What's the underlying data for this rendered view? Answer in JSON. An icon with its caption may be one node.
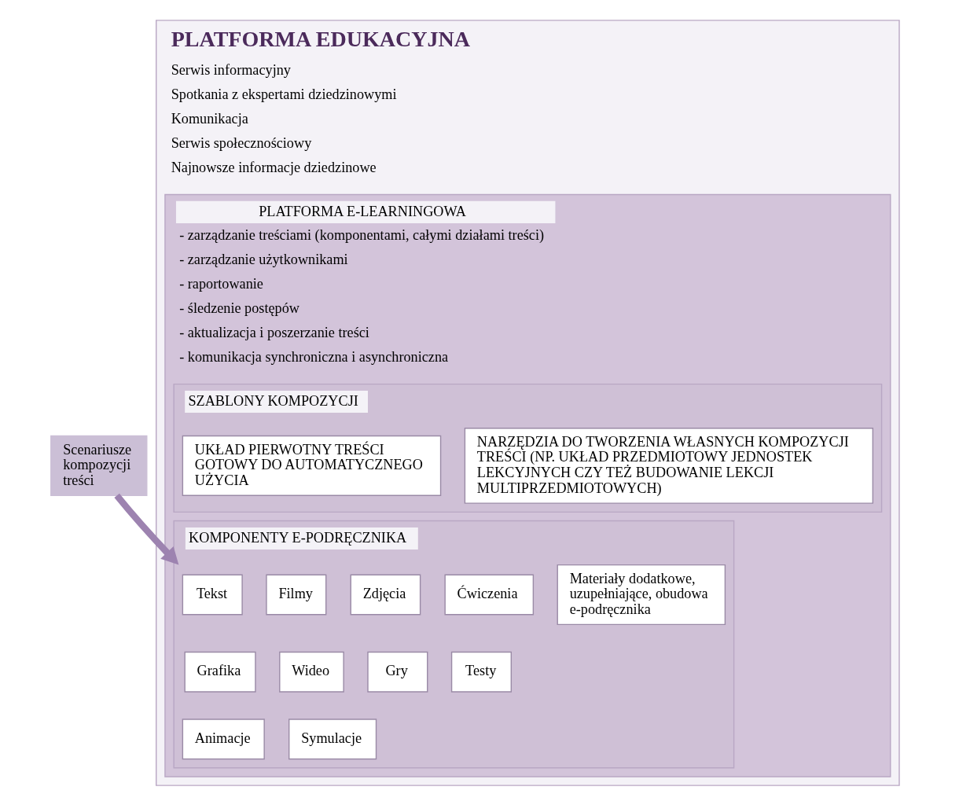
{
  "diagram": {
    "nodes": [
      {
        "text": [
          "PLATFORMA EDUKACYJNA",
          "Serwis informacyjny",
          "Spotkania z ekspertami dziedzinowymi",
          "Komunikacja",
          "Serwis społecznościowy",
          "Najnowsze informacje dziedzinowe"
        ]
      },
      {
        "text": [
          "PLATFORMA E-LEARNINGOWA",
          "- zarządzanie treściami (komponentami, całymi działami treści)",
          "- zarządzanie użytkownikami",
          "- raportowanie",
          "- śledzenie postępów",
          "- aktualizacja i poszerzanie treści",
          "- komunikacja synchroniczna i asynchroniczna"
        ],
        "in": 0
      },
      {
        "text": [
          "SZABLONY KOMPOZYCJI"
        ],
        "in": 1
      },
      {
        "text": [
          "UKŁAD PIERWOTNY TREŚCI GOTOWY DO AUTOMATYCZNEGO UŻYCIA"
        ],
        "in": 2
      },
      {
        "text": [
          "NARZĘDZIA DO TWORZENIA WŁASNYCH KOMPOZYCJI TREŚCI (NP. UKŁAD PRZEDMIOTOWY JEDNOSTEK LEKCYJNYCH CZY TEŻ BUDOWANIE LEKCJI MULTIPRZEDMIOTOWYCH)"
        ],
        "in": 2
      },
      {
        "text": [
          "KOMPONENTY E-PODRĘCZNIKA"
        ],
        "in": 1
      },
      {
        "text": [
          "Tekst"
        ],
        "in": 5
      },
      {
        "text": [
          "Filmy"
        ],
        "in": 5
      },
      {
        "text": [
          "Zdjęcia"
        ],
        "in": 5
      },
      {
        "text": [
          "Ćwiczenia"
        ],
        "in": 5
      },
      {
        "text": [
          "Materiały dodatkowe, uzupełniające, obudowa e-podręcznika"
        ],
        "in": 5
      },
      {
        "text": [
          "Grafika"
        ],
        "in": 5
      },
      {
        "text": [
          "Wideo"
        ],
        "in": 5
      },
      {
        "text": [
          "Gry"
        ],
        "in": 5
      },
      {
        "text": [
          "Testy"
        ],
        "in": 5
      },
      {
        "text": [
          "Animacje"
        ],
        "in": 5
      },
      {
        "text": [
          "Symulacje"
        ],
        "in": 5
      },
      {
        "text": [
          "Scenariusze kompozycji treści"
        ]
      }
    ],
    "edges": [
      {
        "from": 17,
        "to": 5,
        "arrow": "to",
        "color": "#9d83b0"
      }
    ]
  }
}
